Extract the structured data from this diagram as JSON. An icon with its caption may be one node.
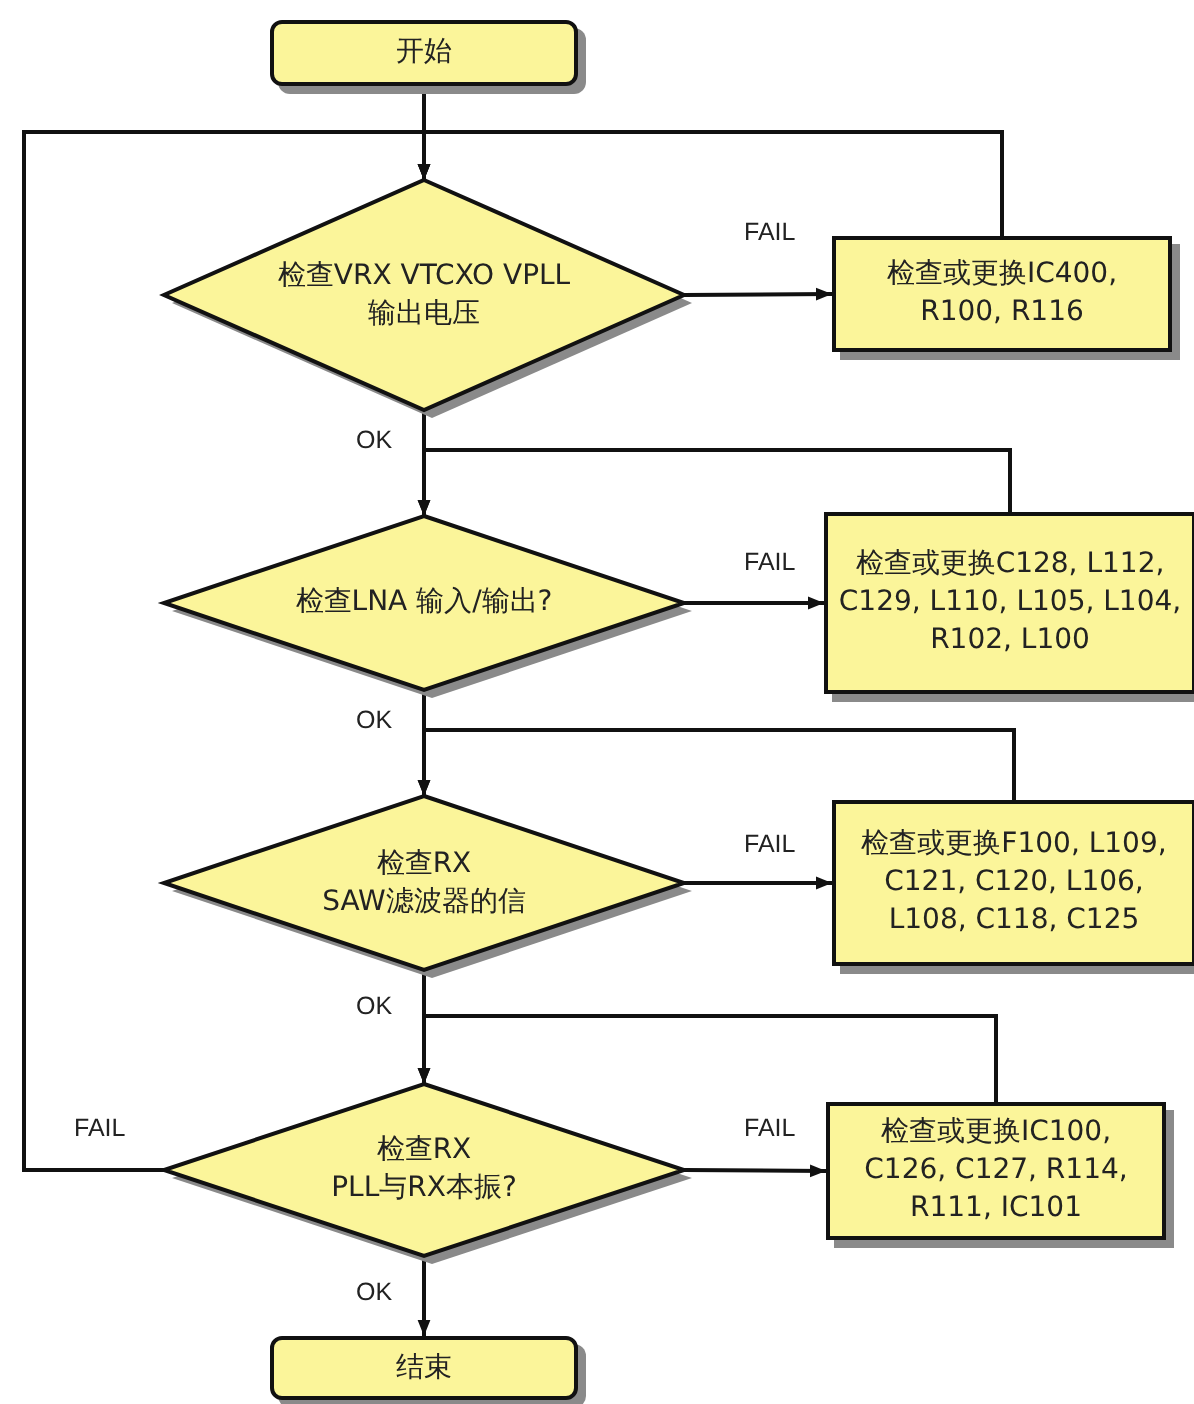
{
  "diagram": {
    "nodes": [
      {
        "text": [
          "开始"
        ]
      },
      {
        "text": [
          "检查VRX VTCXO VPLL 输出电压"
        ]
      },
      {
        "text": [
          "检查或更换IC400, R100, R116"
        ]
      },
      {
        "text": [
          "检查LNA 输入/输出?"
        ]
      },
      {
        "text": [
          "检查或更换C128, L112, C129, L110, L105, L104, R102, L100"
        ]
      },
      {
        "text": [
          "检查RX SAW滤波器的信"
        ]
      },
      {
        "text": [
          "检查或更换F100, L109, C121,  C120, L106, L108, C118, C125"
        ]
      },
      {
        "text": [
          "检查RX PLL与RX本振?"
        ]
      },
      {
        "text": [
          "检查或更换IC100, C126, C127, R114, R111, IC101"
        ]
      },
      {
        "text": [
          "结束"
        ]
      }
    ],
    "edges": [
      {
        "from": 0,
        "to": 1,
        "arrow": "to"
      },
      {
        "from": 1,
        "to": 2,
        "arrow": "to",
        "label": "FAIL"
      },
      {
        "from": 2,
        "to": 1,
        "arrow": "to"
      },
      {
        "from": 1,
        "to": 3,
        "arrow": "to",
        "label": "OK"
      },
      {
        "from": 3,
        "to": 4,
        "arrow": "to",
        "label": "FAIL"
      },
      {
        "from": 4,
        "to": 3,
        "arrow": "to"
      },
      {
        "from": 3,
        "to": 5,
        "arrow": "to",
        "label": "OK"
      },
      {
        "from": 5,
        "to": 6,
        "arrow": "to",
        "label": "FAIL"
      },
      {
        "from": 6,
        "to": 5,
        "arrow": "to"
      },
      {
        "from": 5,
        "to": 7,
        "arrow": "to",
        "label": "OK"
      },
      {
        "from": 7,
        "to": 8,
        "arrow": "to",
        "label": "FAIL"
      },
      {
        "from": 8,
        "to": 7,
        "arrow": "to"
      },
      {
        "from": 7,
        "to": 9,
        "arrow": "to",
        "label": "OK"
      },
      {
        "from": 7,
        "to": 1,
        "arrow": "to",
        "label": "FAIL"
      }
    ]
  }
}
